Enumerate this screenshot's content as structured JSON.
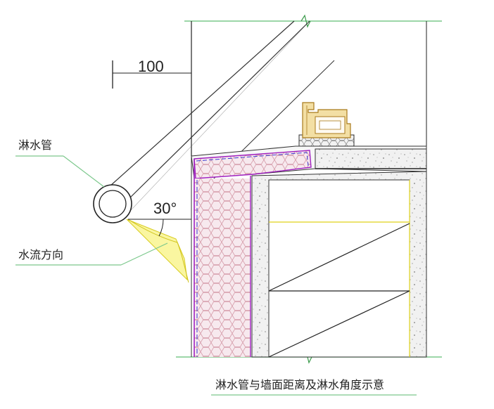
{
  "diagram": {
    "dimension_label": "100",
    "angle_label": "30°",
    "pipe_label": "淋水管",
    "flow_label": "水流方向",
    "caption": "淋水管与墙面距离及淋水角度示意"
  }
}
